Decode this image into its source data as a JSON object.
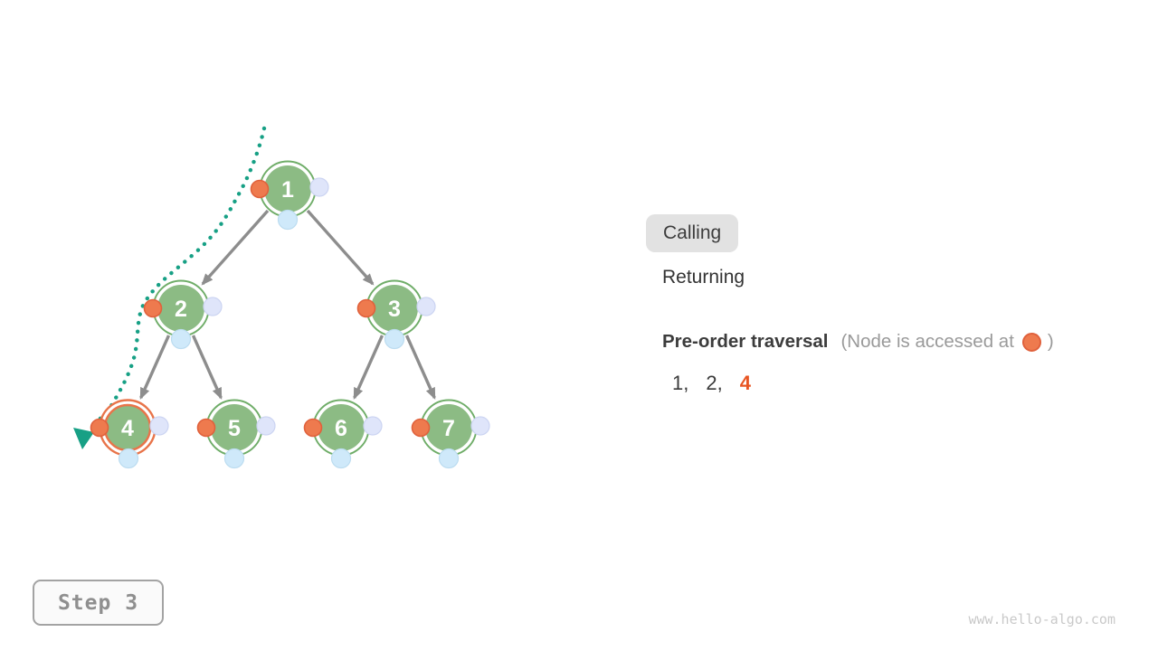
{
  "legend": {
    "calling_label": "Calling",
    "returning_label": "Returning",
    "active_state": "Calling"
  },
  "traversal": {
    "title": "Pre-order traversal",
    "note_prefix": "(Node is accessed at",
    "note_suffix": ")",
    "separator": ",",
    "sequence": [
      "1",
      "2",
      "4"
    ],
    "current": "4"
  },
  "tree": {
    "nodes": [
      {
        "value": "1",
        "highlighted": false
      },
      {
        "value": "2",
        "highlighted": false
      },
      {
        "value": "3",
        "highlighted": false
      },
      {
        "value": "4",
        "highlighted": true
      },
      {
        "value": "5",
        "highlighted": false
      },
      {
        "value": "6",
        "highlighted": false
      },
      {
        "value": "7",
        "highlighted": false
      }
    ],
    "edges": [
      "1-2",
      "1-3",
      "2-4",
      "2-5",
      "3-6",
      "3-7"
    ]
  },
  "step_indicator": {
    "label": "Step 3"
  },
  "watermark": {
    "text": "www.hello-algo.com"
  },
  "colors": {
    "node_green": "#8cbb84",
    "node_ring_green": "#6fad68",
    "highlight_orange": "#e8744a",
    "access_dot_orange": "#ee7a4e",
    "right_dot_lavender": "#dfe5fa",
    "bottom_dot_blue": "#cfe9fa",
    "trail_teal": "#17a085",
    "edge_gray": "#8d8d8d",
    "sequence_highlight": "#e85523"
  }
}
